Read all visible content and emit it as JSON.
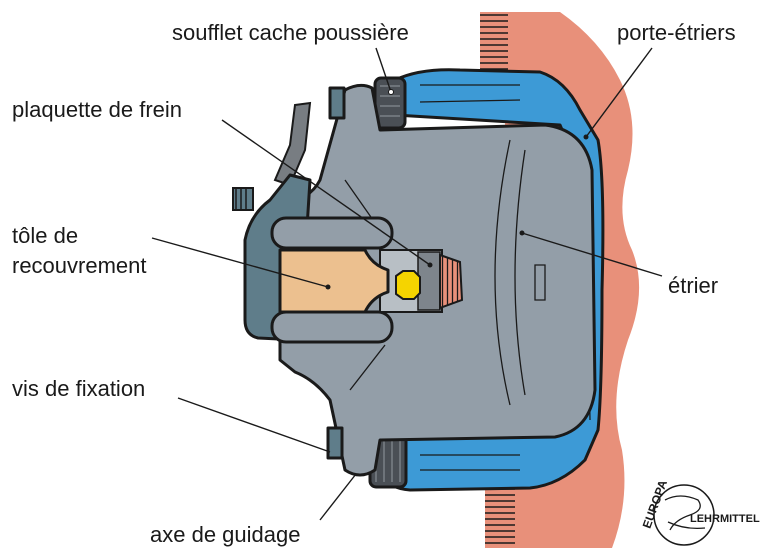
{
  "title": "Étrier de frein à disque flottant",
  "labels": {
    "dust_boot": "soufflet cache poussière",
    "carrier": "porte-étriers",
    "brake_pad": "plaquette de frein",
    "cover_plate_line1": "tôle de",
    "cover_plate_line2": "recouvrement",
    "caliper": "étrier",
    "fixing_screw": "vis de fixation",
    "guide_pin": "axe de guidage"
  },
  "logo": {
    "line1": "EUROPA",
    "line2": "LEHRMITTEL"
  },
  "colors": {
    "disc": "#e8907a",
    "carrier": "#3d9ad6",
    "caliper": "#939ea8",
    "mount": "#5f7d8a",
    "pad": "#ecc08f",
    "nut": "#f5d400"
  }
}
